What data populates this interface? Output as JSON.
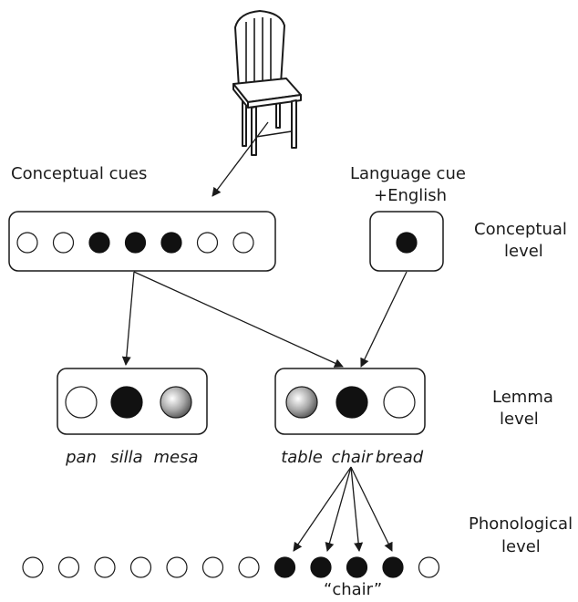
{
  "labels": {
    "conceptual_cues": "Conceptual cues",
    "language_cue_line1": "Language cue",
    "language_cue_line2": "+English",
    "conceptual_level_line1": "Conceptual",
    "conceptual_level_line2": "level",
    "lemma_level_line1": "Lemma",
    "lemma_level_line2": "level",
    "phonological_level_line1": "Phonological",
    "phonological_level_line2": "level",
    "phonological_output": "“chair”"
  },
  "conceptual_nodes": [
    "off",
    "off",
    "on",
    "on",
    "on",
    "off",
    "off"
  ],
  "language_cue_nodes": [
    "on"
  ],
  "spanish_lemmas": [
    {
      "word": "pan",
      "state": "off"
    },
    {
      "word": "silla",
      "state": "on"
    },
    {
      "word": "mesa",
      "state": "partial"
    }
  ],
  "english_lemmas": [
    {
      "word": "table",
      "state": "partial"
    },
    {
      "word": "chair",
      "state": "on"
    },
    {
      "word": "bread",
      "state": "off"
    }
  ],
  "phonological_nodes": [
    "off",
    "off",
    "off",
    "off",
    "off",
    "off",
    "off",
    "on",
    "on",
    "on",
    "on",
    "off"
  ],
  "icons": {
    "stimulus": "chair-icon"
  },
  "colors": {
    "active": "#111111",
    "inactive": "#ffffff",
    "outline": "#1a1a1a"
  }
}
